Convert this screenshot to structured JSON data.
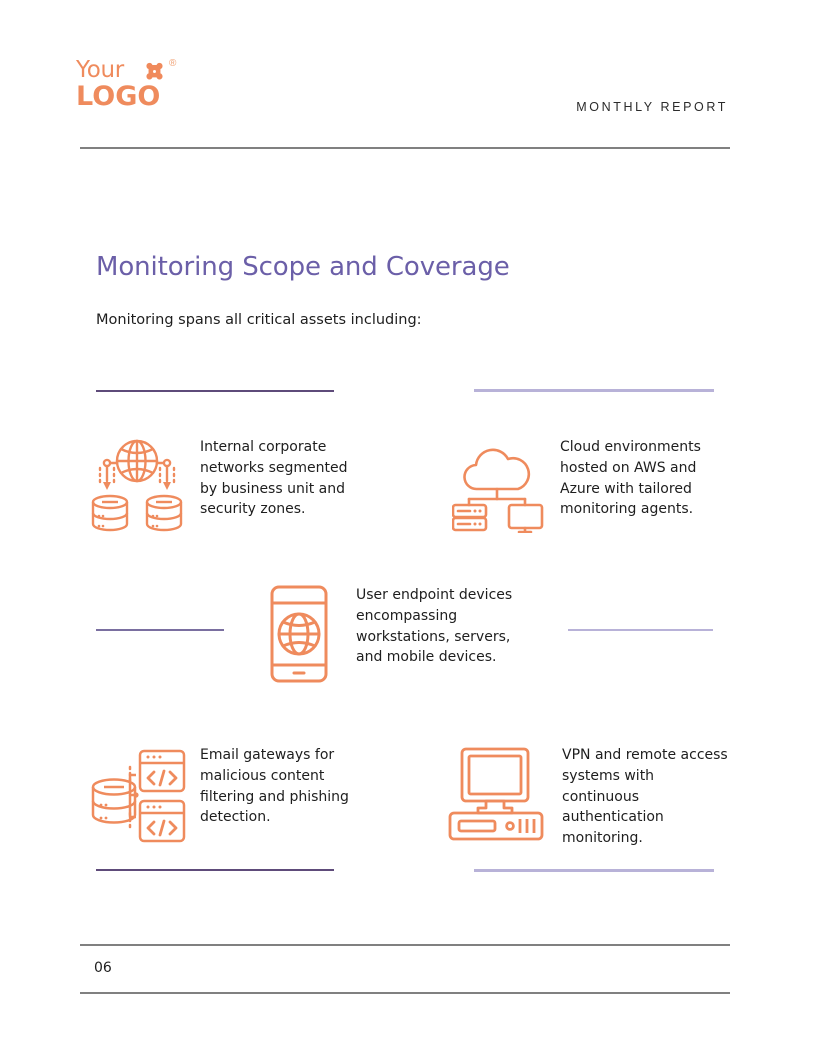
{
  "header": {
    "logo": {
      "line1": "Your",
      "line2": "LOGO",
      "registered_mark": "®",
      "mark_icon": "quatrefoil-icon",
      "color": "#ef8b5d"
    },
    "title": "MONTHLY REPORT"
  },
  "main": {
    "section_title": "Monitoring Scope and Coverage",
    "section_title_color": "#6b5fa8",
    "intro": "Monitoring spans all critical assets including:",
    "features": [
      {
        "icon": "network-globe-databases-icon",
        "text": "Internal corporate networks segmented by business unit and security zones."
      },
      {
        "icon": "cloud-server-monitor-icon",
        "text": "Cloud environments hosted on AWS and Azure with tailored monitoring agents."
      },
      {
        "icon": "smartphone-globe-icon",
        "text": "User endpoint devices encompassing workstations, servers, and mobile devices."
      },
      {
        "icon": "database-code-windows-icon",
        "text": "Email gateways for malicious content filtering and phishing detection."
      },
      {
        "icon": "desktop-computer-icon",
        "text": "VPN and remote access systems with continuous authentication monitoring."
      }
    ],
    "accent_color": "#ef8b5d",
    "divider_dark_color": "#5e4b7a",
    "divider_light_color": "#b8b2d8"
  },
  "footer": {
    "page_number": "06"
  }
}
